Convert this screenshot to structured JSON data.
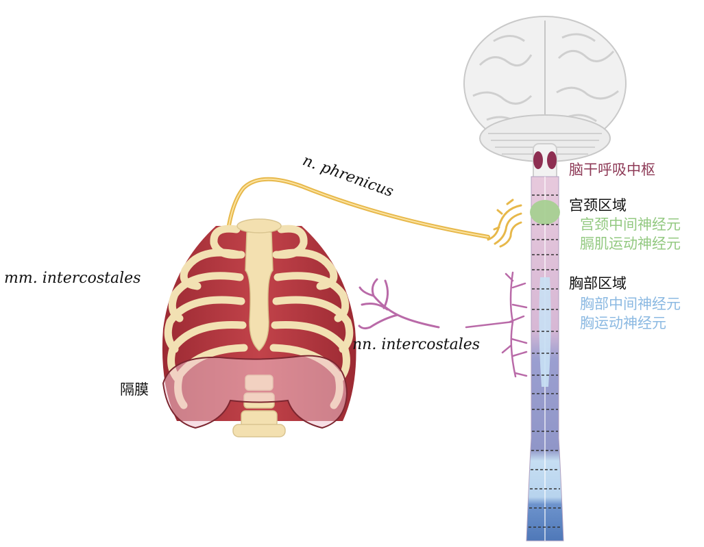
{
  "labels": {
    "phrenic_nerve": "n. phrenicus",
    "intercostal_muscles": "mm. intercostales",
    "intercostal_nerves": "nn. intercostales",
    "diaphragm": "隔膜",
    "brainstem_center": "脑干呼吸中枢",
    "cervical_region": "宫颈区域",
    "cervical_interneurons": "宫颈中间神经元",
    "phrenic_motor_neurons": "膈肌运动神经元",
    "thoracic_region": "胸部区域",
    "thoracic_interneurons": "胸部中间神经元",
    "thoracic_motor_neurons": "胸运动神经元"
  },
  "colors": {
    "brainstem": "#8e3a57",
    "cervical_pink": "#dcb4cf",
    "cervical_green": "#a5cf94",
    "thoracic_purple": "#8f92c4",
    "thoracic_light": "#b9d7ee",
    "lumbar_blue": "#5b83c0",
    "nerve_yellow": "#f2c56a",
    "intercostal_nerve": "#b96aa8",
    "muscle_red": "#b8353d",
    "bone": "#f3e0b0"
  }
}
